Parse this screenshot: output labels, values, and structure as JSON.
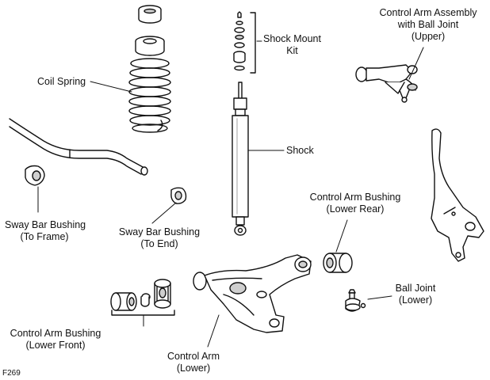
{
  "labels": {
    "coil_spring": "Coil Spring",
    "shock_mount_kit": [
      "Shock Mount",
      "Kit"
    ],
    "upper_control_arm": [
      "Control Arm Assembly",
      "with Ball Joint",
      "(Upper)"
    ],
    "shock": "Shock",
    "sway_bar_bushing_frame": [
      "Sway Bar Bushing",
      "(To Frame)"
    ],
    "sway_bar_bushing_end": [
      "Sway Bar Bushing",
      "(To End)"
    ],
    "control_arm_bushing_lower_rear": [
      "Control Arm Bushing",
      "(Lower Rear)"
    ],
    "ball_joint_lower": [
      "Ball Joint",
      "(Lower)"
    ],
    "control_arm_bushing_lower_front": [
      "Control Arm Bushing",
      "(Lower Front)"
    ],
    "control_arm_lower": [
      "Control Arm",
      "(Lower)"
    ]
  },
  "figure_id": "F269",
  "colors": {
    "line": "#111111",
    "fill": "#ffffff",
    "shade": "#cfcfcf"
  }
}
